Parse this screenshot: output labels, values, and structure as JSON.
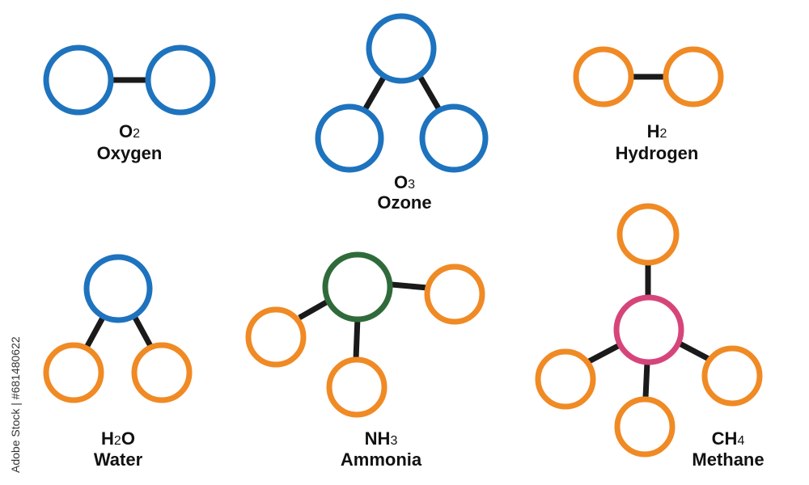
{
  "colors": {
    "oxygen": "#1e73be",
    "hydrogen": "#f08a24",
    "nitrogen": "#2f6b3a",
    "carbon": "#d6457a",
    "bond": "#1a1a1a"
  },
  "molecules": [
    {
      "formula_base": "O",
      "formula_sub": "2",
      "formula_suffix": "",
      "name": "Oxygen"
    },
    {
      "formula_base": "O",
      "formula_sub": "3",
      "formula_suffix": "",
      "name": "Ozone"
    },
    {
      "formula_base": "H",
      "formula_sub": "2",
      "formula_suffix": "",
      "name": "Hydrogen"
    },
    {
      "formula_base": "H",
      "formula_sub": "2",
      "formula_suffix": "O",
      "name": "Water"
    },
    {
      "formula_base": "NH",
      "formula_sub": "3",
      "formula_suffix": "",
      "name": "Ammonia"
    },
    {
      "formula_base": "CH",
      "formula_sub": "4",
      "formula_suffix": "",
      "name": "Methane"
    }
  ],
  "watermark": "Adobe Stock | #681480622"
}
